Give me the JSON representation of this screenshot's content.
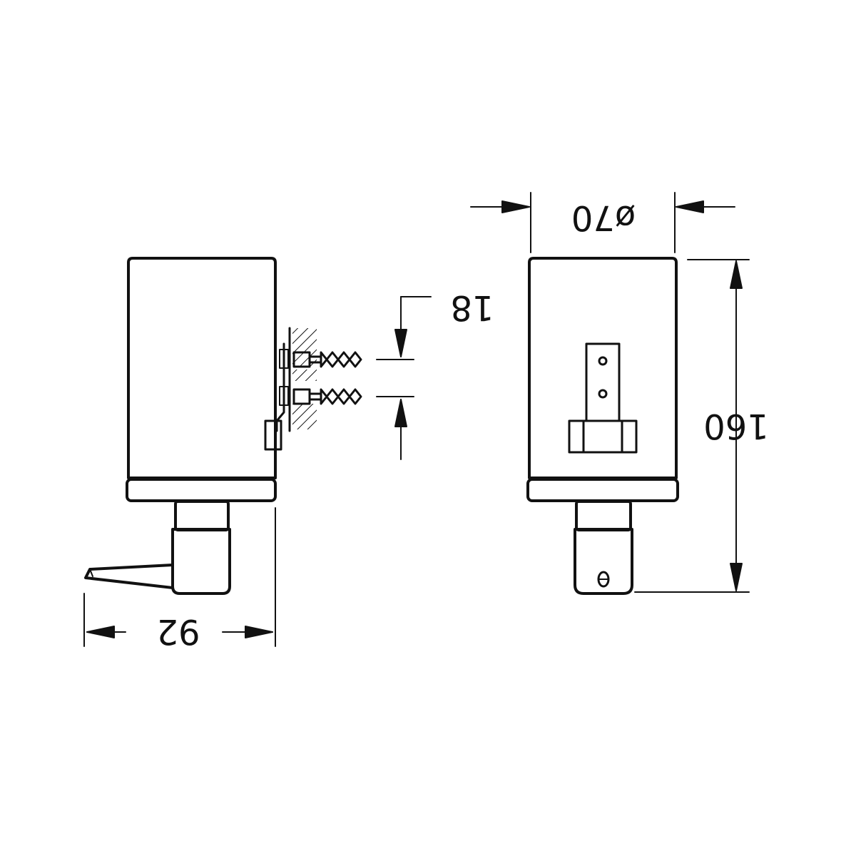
{
  "dimensions": {
    "width_label": "92",
    "spacing_label": "18",
    "diameter_label": "ø70",
    "height_label": "160"
  },
  "colors": {
    "line": "#111111",
    "background": "#ffffff"
  }
}
